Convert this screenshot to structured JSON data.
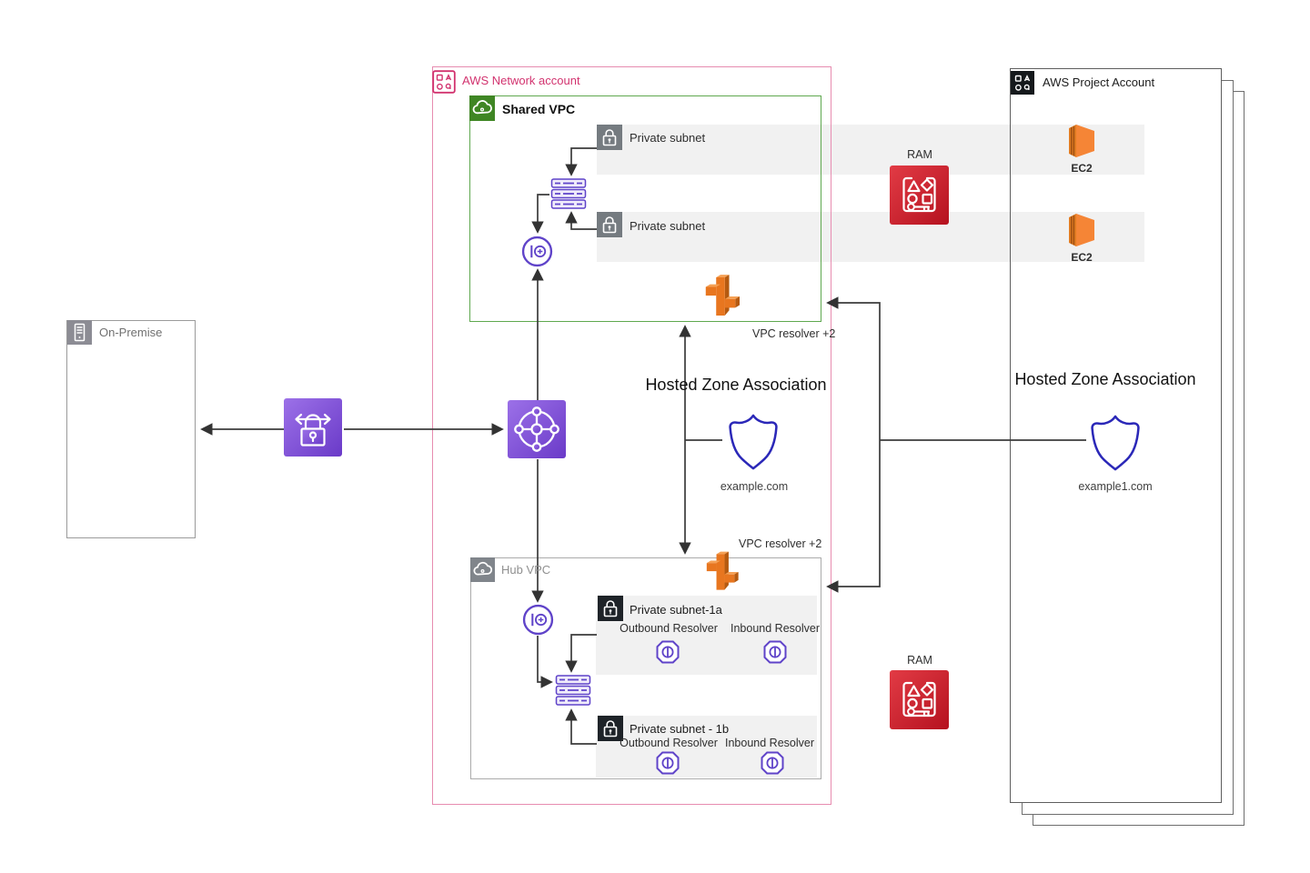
{
  "colors": {
    "accent_pink": "#D2336F",
    "border_pink": "#E78CB0",
    "vpc_green": "#3F8624",
    "vpc_green_border": "#5FA84F",
    "purple": "#6B46D6",
    "purple_line": "#5F43C9",
    "ram_red": "#CE2232",
    "resolver_orange": "#E8761F",
    "hosted_zone_navy": "#2B28B8",
    "band_gray": "#f1f1f1"
  },
  "on_premise": {
    "label": "On-Premise"
  },
  "network_account": {
    "label": "AWS Network account"
  },
  "shared_vpc": {
    "label": "Shared VPC",
    "subnet1_label": "Private subnet",
    "subnet2_label": "Private subnet",
    "resolver_label": "VPC resolver +2"
  },
  "hub_vpc": {
    "label": "Hub VPC",
    "resolver_label": "VPC resolver +2",
    "subnet1a": {
      "label": "Private subnet-1a",
      "outbound_label": "Outbound Resolver",
      "inbound_label": "Inbound Resolver"
    },
    "subnet1b": {
      "label": "Private subnet - 1b",
      "outbound_label": "Outbound Resolver",
      "inbound_label": "Inbound Resolver"
    }
  },
  "project_account": {
    "label": "AWS Project Account",
    "ec2_top_label": "EC2",
    "ec2_bottom_label": "EC2"
  },
  "ram_top_label": "RAM",
  "ram_bottom_label": "RAM",
  "hosted_zone_left": {
    "title": "Hosted Zone Association",
    "domain": "example.com"
  },
  "hosted_zone_right": {
    "title": "Hosted Zone Association",
    "domain": "example1.com"
  }
}
